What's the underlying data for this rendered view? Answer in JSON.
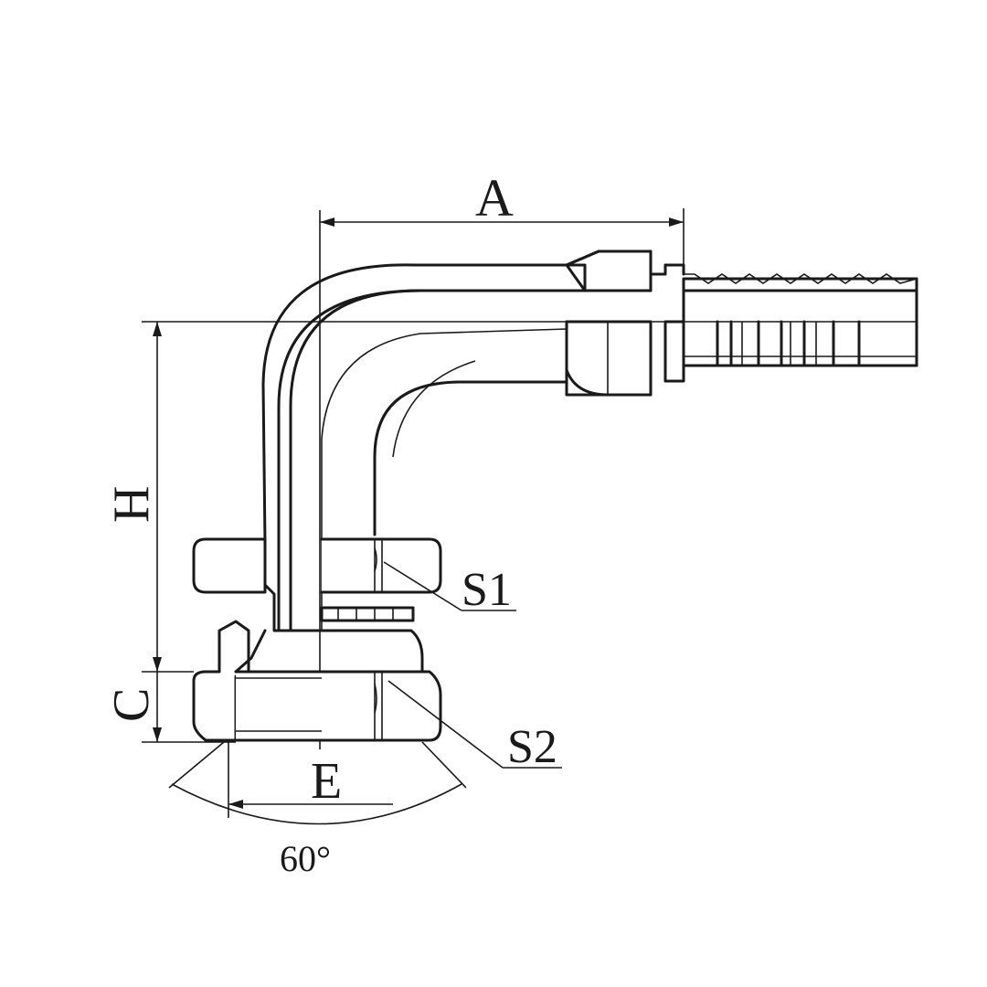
{
  "diagram": {
    "labels": {
      "A": "A",
      "H": "H",
      "C": "C",
      "E": "E",
      "S1": "S1",
      "S2": "S2",
      "angle": "60°"
    },
    "colors": {
      "ink": "#1a1a1a",
      "background": "#ffffff"
    }
  }
}
